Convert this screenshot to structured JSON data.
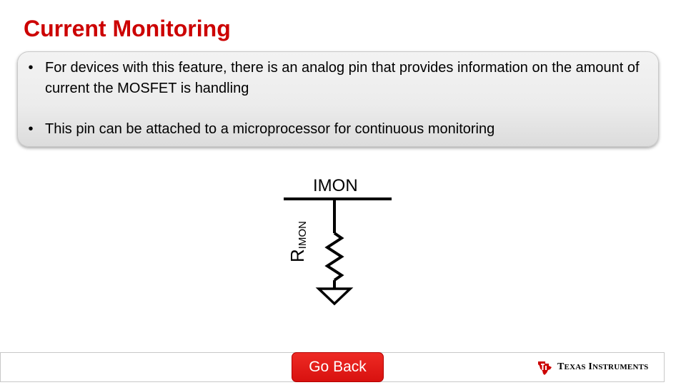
{
  "slide": {
    "title": "Current Monitoring"
  },
  "bullets": [
    {
      "marker": "•",
      "text": "For devices with this feature, there is an analog pin that provides information on the amount of current the MOSFET is handling"
    },
    {
      "marker": "•",
      "text": "This pin can be attached to a microprocessor for continuous monitoring"
    }
  ],
  "schematic": {
    "pin_label": "IMON",
    "resistor_label": "R",
    "resistor_subscript": "IMON",
    "icons": [
      "resistor-icon",
      "ground-icon"
    ]
  },
  "footer": {
    "go_back_label": "Go Back",
    "logo": {
      "text_first_initial": "T",
      "text_first_rest": "EXAS",
      "text_second_initial": "I",
      "text_second_rest": "NSTRUMENTS"
    }
  },
  "colors": {
    "title": "#cc0000",
    "button": "#e01b17",
    "logo_red": "#cc0000"
  }
}
